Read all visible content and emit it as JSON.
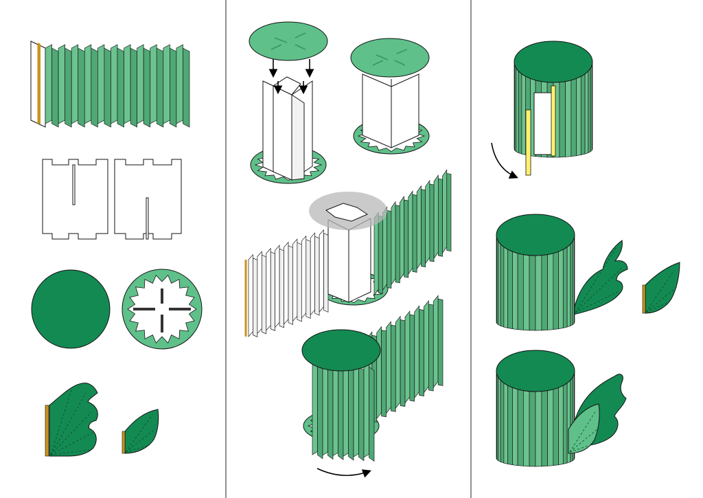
{
  "diagram": {
    "kind": "paper-craft-assembly-instructions",
    "panels": [
      {
        "id": "components",
        "steps": [
          "pleated-green-strip",
          "two-slotted-cardboard-pieces",
          "top-disc-and-notched-base-disc",
          "two-leaf-cutouts"
        ]
      },
      {
        "id": "assembly",
        "steps": [
          "insert-slotted-cross-into-top-disc",
          "cross-standing-on-base",
          "attach-pleated-strips-to-cross",
          "wrap-pleats-around-frame"
        ]
      },
      {
        "id": "finishing",
        "steps": [
          "close-wrap-and-glue-edge",
          "attach-large-leaf",
          "attach-small-leaf"
        ]
      }
    ]
  },
  "colors": {
    "pleat_light": "#6cc38f",
    "pleat_dark": "#4fa875",
    "disc_green": "#148a53",
    "disc_green_light": "#5fc08a",
    "glue_yellow": "#fff170",
    "glue_ochre": "#c8941c",
    "outline": "#1a1a1a",
    "highlight_grey": "#b8b8b8",
    "divider": "#555555"
  },
  "icons": [
    "down-arrow-icon",
    "rotate-arrow-icon"
  ]
}
